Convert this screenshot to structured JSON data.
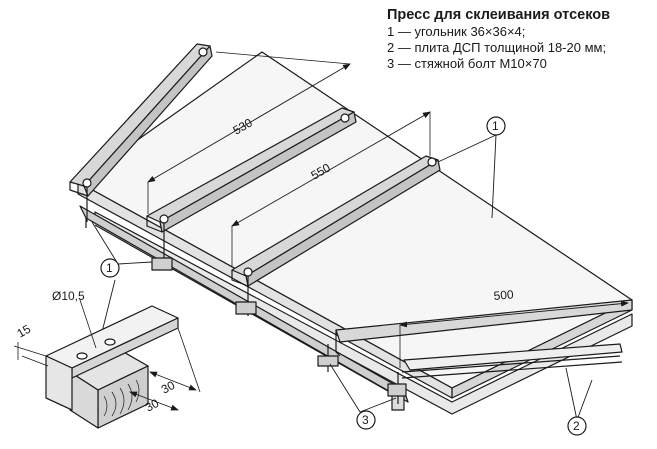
{
  "caption": {
    "title": "Пресс для склеивания отсеков",
    "legend": [
      "1 — угольник 36×36×4;",
      "2 — плита ДСП толщиной 18-20 мм;",
      "3 — стяжной болт М10×70"
    ]
  },
  "dimensions": {
    "top_length": "530",
    "middle_length": "550",
    "bottom_length": "500",
    "hole_diameter": "Ø10,5",
    "edge_offset": "15",
    "width_a": "30",
    "width_b": "30"
  },
  "callouts": {
    "angle_right": "1",
    "angle_left": "1",
    "bolts": "3",
    "plate": "2"
  },
  "colors": {
    "line": "#1a1a1a",
    "board_fill": "#f4f4f4",
    "angle_fill": "#d8d8d8",
    "wood_fill": "#cfcfcf"
  }
}
